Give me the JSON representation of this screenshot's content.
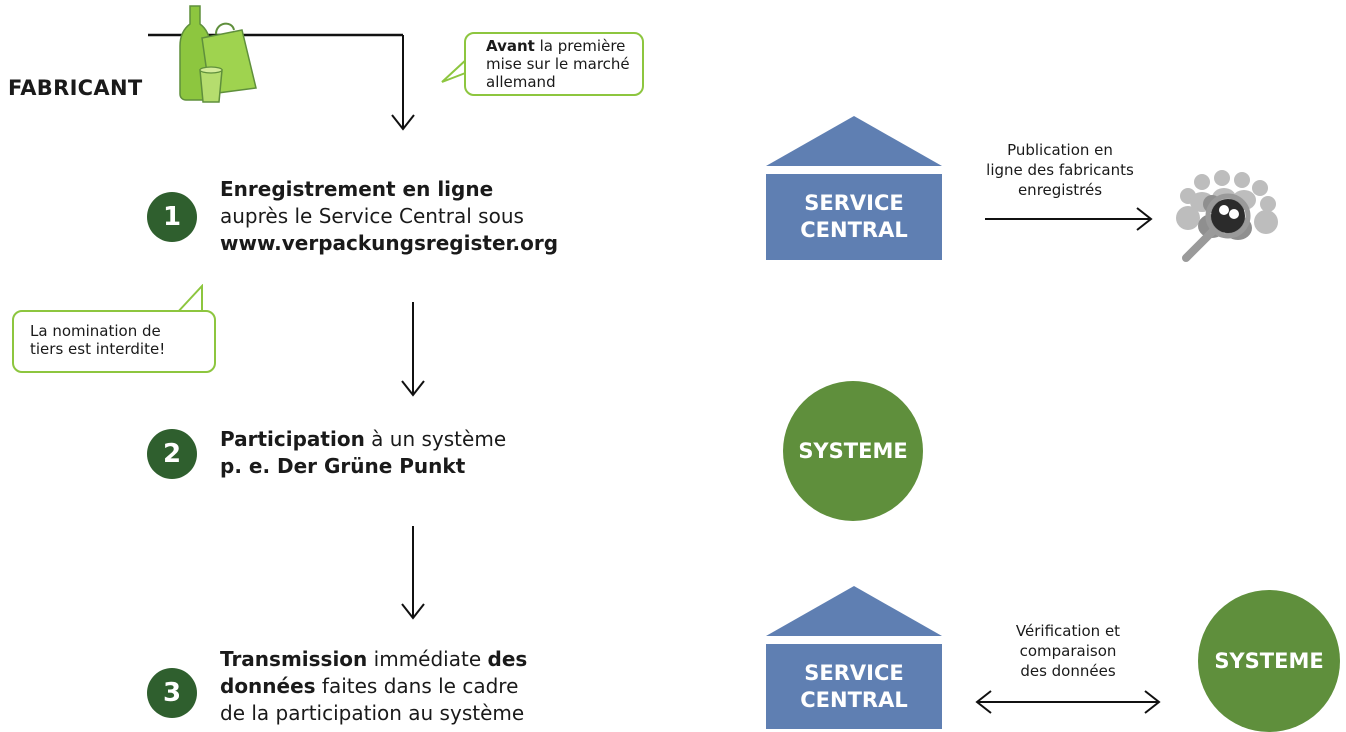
{
  "manufacturer": {
    "label": "FABRICANT",
    "icon": "packaging-icon"
  },
  "before_bubble": {
    "bold": "Avant",
    "line1_rest": " la première",
    "line2": "mise sur le marché",
    "line3": "allemand"
  },
  "nomination_bubble": {
    "line1": "La nomination de",
    "line2": "tiers est interdite!"
  },
  "steps": [
    {
      "number": "1",
      "line1_bold": "Enregistrement en ligne",
      "line2": "auprès le Service Central sous",
      "line3_bold": "www.verpackungsregister.org"
    },
    {
      "number": "2",
      "line1_bold": "Participation",
      "line1_rest": " à un système",
      "line2_bold": "p. e. Der Grüne Punkt"
    },
    {
      "number": "3",
      "line1_bold": "Transmission",
      "line1_mid": " immédiate ",
      "line1_bold2": "des",
      "line2_bold": "données",
      "line2_rest": " faites dans le cadre",
      "line3": "de la participation au système"
    }
  ],
  "service_central_top": {
    "line1": "SERVICE",
    "line2": "CENTRAL"
  },
  "publication": {
    "line1": "Publication en",
    "line2": "ligne des fabricants",
    "line3": "enregistrés",
    "icon": "people-search-icon"
  },
  "systeme_middle": {
    "label": "SYSTEME"
  },
  "service_central_bottom": {
    "line1": "SERVICE",
    "line2": "CENTRAL"
  },
  "verification": {
    "line1": "Vérification et",
    "line2": "comparaison",
    "line3": "des données"
  },
  "systeme_bottom": {
    "label": "SYSTEME"
  },
  "colors": {
    "dark_green": "#2f5f2e",
    "green": "#5f8f3c",
    "light_green": "#8dc63f",
    "blue": "#5f7fb2"
  }
}
